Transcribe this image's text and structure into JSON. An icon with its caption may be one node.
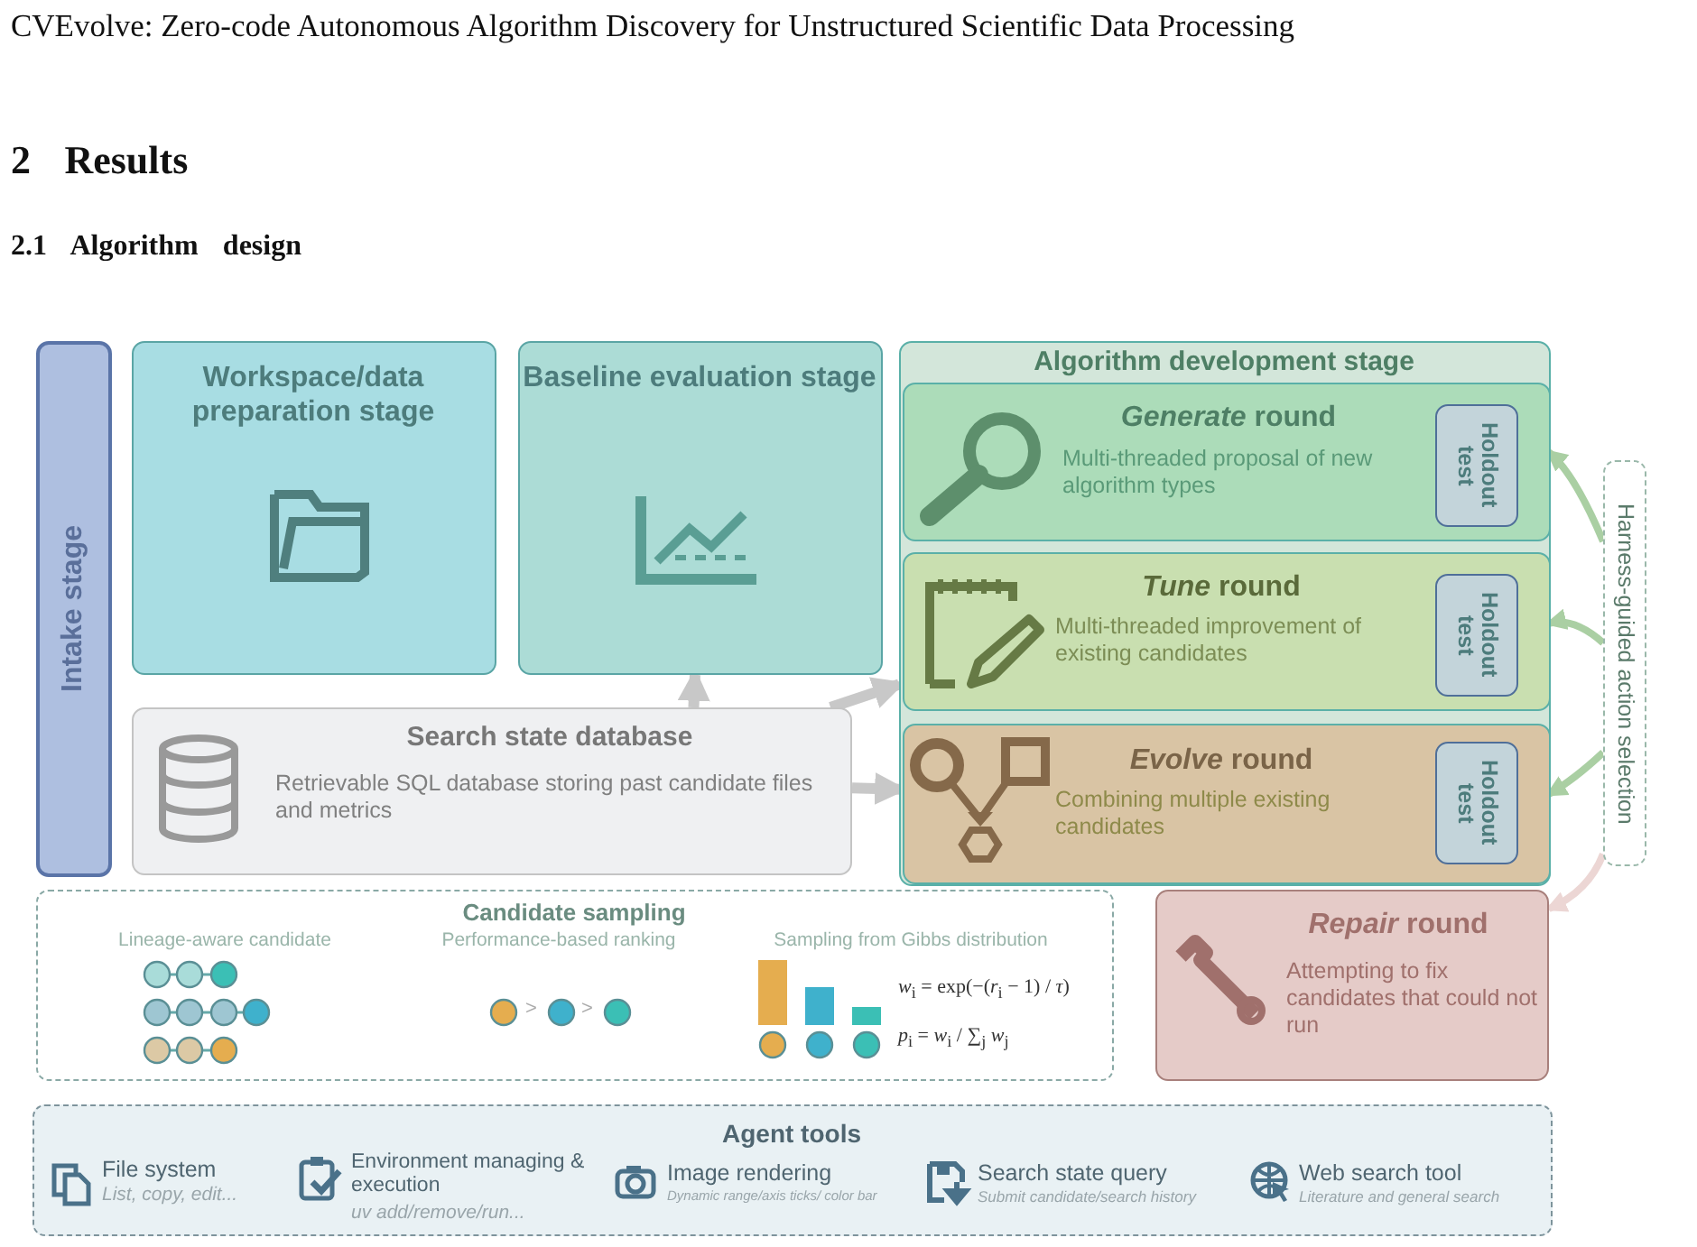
{
  "diagram": {
    "nodes": [
      {
        "text": [
          "Intake stage"
        ]
      },
      {
        "text": [
          "Workspace/data preparation stage"
        ]
      },
      {
        "text": [
          "Baseline evaluation stage"
        ]
      },
      {
        "text": [
          "Algorithm development stage"
        ]
      },
      {
        "text": [
          "*Generate* round",
          "Multi-threaded proposal of new algorithm types"
        ],
        "in": 3
      },
      {
        "text": [
          "Holdout test"
        ],
        "in": 4
      },
      {
        "text": [
          "*Tune* round",
          "Multi-threaded improvement of existing candidates"
        ],
        "in": 3
      },
      {
        "text": [
          "Holdout test"
        ],
        "in": 6
      },
      {
        "text": [
          "*Evolve* round",
          "Combining multiple existing candidates"
        ],
        "in": 3
      },
      {
        "text": [
          "Holdout test"
        ],
        "in": 8
      },
      {
        "text": [
          "Search state database",
          "Retrievable SQL database storing past candidate files and metrics"
        ]
      },
      {
        "text": [
          "Candidate sampling",
          "Lineage-aware candidate",
          "Performance-based ranking",
          "Sampling from Gibbs distribution",
          "*w*$_{i}$ = exp(−(*r*$_{i}$ − 1) / *τ*)",
          "*p*$_{i}$ = *w*$_{i}$ / ∑$_{j}$ *w*$_{j}$"
        ]
      },
      {
        "text": [
          "*Repair* round",
          "Attempting to fix candidates that could not run"
        ]
      },
      {
        "text": [
          "Harness-guided action selection"
        ]
      },
      {
        "text": [
          "Agent tools",
          "File system",
          "List, copy, edit...",
          "Environment managing & execution",
          "uv add/remove/run...",
          "Image rendering",
          "Dynamic range/axis ticks/ color bar",
          "Search state query",
          "Submit candidate/search history",
          "Web search tool",
          "Literature and general search"
        ]
      }
    ],
    "edges": [
      {
        "from": 10,
        "to": 2,
        "arrow": "to",
        "color": "#c8c8c8"
      },
      {
        "from": 10,
        "to": 3,
        "arrow": "to",
        "color": "#c8c8c8"
      },
      {
        "from": 10,
        "to": 8,
        "arrow": "to",
        "color": "#c8c8c8"
      },
      {
        "from": 13,
        "to": 4,
        "arrow": "to",
        "color": "#aacfa3"
      },
      {
        "from": 13,
        "to": 6,
        "arrow": "to",
        "color": "#aacfa3"
      },
      {
        "from": 13,
        "to": 8,
        "arrow": "to",
        "color": "#aacfa3"
      },
      {
        "from": 13,
        "to": 12,
        "arrow": "to",
        "color": "#ecd6d4"
      }
    ],
    "labels": [
      "CVEvolve: Zero-code Autonomous Algorithm Discovery for Unstructured Scientific Data Processing",
      "2 Results",
      "2.1 Algorithm design",
      ">",
      ">"
    ]
  }
}
